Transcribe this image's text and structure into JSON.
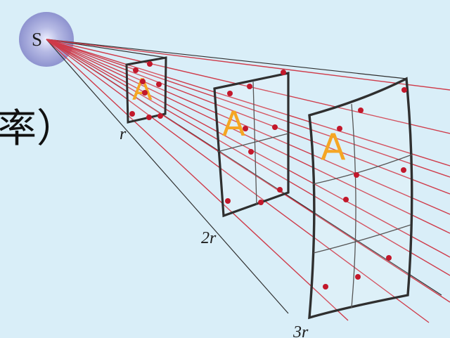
{
  "diagram": {
    "source_label": "S",
    "partial_text": "率）",
    "distance_labels": [
      "r",
      "2r",
      "3r"
    ],
    "square_letter": "A",
    "colors": {
      "background": "#d9eef8",
      "ray": "#cf3b4a",
      "dot": "#c2182b",
      "frame": "#2f2f2f",
      "letter": "#f5a623",
      "source_glow": "#9aa0d6"
    }
  }
}
